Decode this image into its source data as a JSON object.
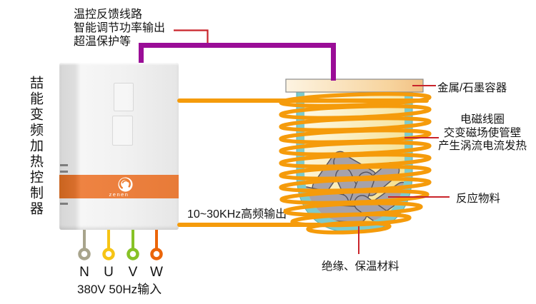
{
  "left_label": {
    "text": "喆能变频加热控制器"
  },
  "feedback_note": {
    "lines": [
      "温控反馈线路",
      "智能调节功率输出",
      "超温保护等"
    ]
  },
  "controller": {
    "brand": "zenen"
  },
  "output_label": "10~30KHz高频输出",
  "input": {
    "terminals": [
      "N",
      "U",
      "V",
      "W"
    ],
    "spec": "380V 50Hz输入"
  },
  "labels": {
    "container": "金属/石墨容器",
    "coil": [
      "电磁线圈",
      "交变磁场使管壁",
      "产生涡流电流发热"
    ],
    "material": "反应物料",
    "insulation": "绝缘、保温材料"
  },
  "colors": {
    "coil_orange": "#F59B0B",
    "band_orange": "#E87B38",
    "signal_purple": "#9A0D97",
    "pointer_red": "#C9242B",
    "vessel_teal": "#7DCBCD",
    "terminal_n": "#A8A48C",
    "terminal_u": "#F6C415",
    "terminal_v": "#87C226",
    "terminal_w": "#EB6509"
  }
}
